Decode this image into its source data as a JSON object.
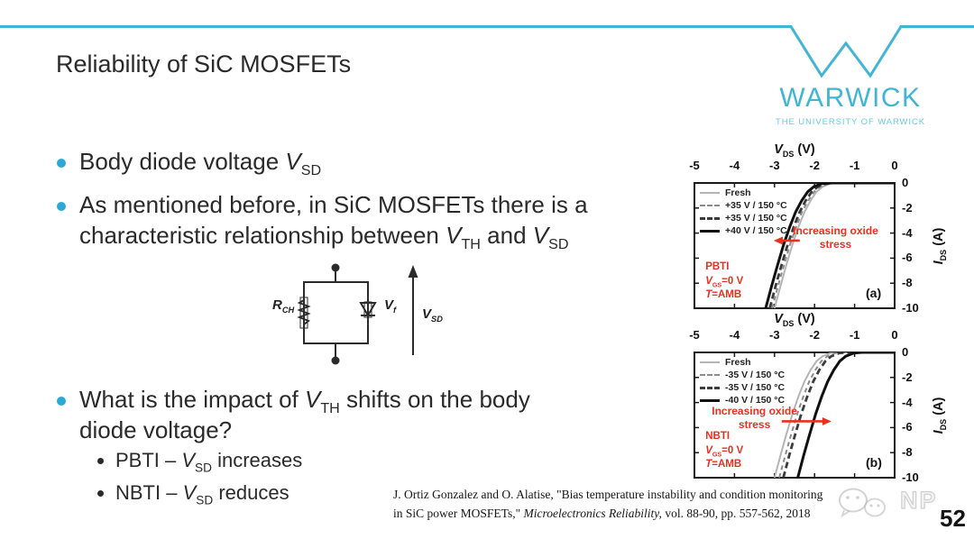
{
  "slide": {
    "title": "Reliability of SiC MOSFETs",
    "page_number": "52",
    "accent_color": "#41b5d3",
    "tagline_color": "#6cc9dd",
    "bullet_color": "#2aa9d6",
    "red_color": "#e9301f"
  },
  "logo": {
    "wordmark": "WARWICK",
    "tagline": "THE UNIVERSITY OF WARWICK"
  },
  "bullets": {
    "b1": [
      {
        "t": "Body diode voltage "
      },
      {
        "v": "V",
        "s": "SD"
      }
    ],
    "b2_l1": [
      {
        "t": "As mentioned before, in SiC MOSFETs there is a"
      }
    ],
    "b2_l2": [
      {
        "t": "characteristic relationship between "
      },
      {
        "v": "V",
        "s": "TH"
      },
      {
        "t": " and "
      },
      {
        "v": "V",
        "s": "SD"
      }
    ],
    "b3_l1": [
      {
        "t": "What is the impact of "
      },
      {
        "v": "V",
        "s": "TH"
      },
      {
        "t": " shifts on the body"
      }
    ],
    "b3_l2": [
      {
        "t": "diode voltage?"
      }
    ],
    "sub1": [
      {
        "t": "PBTI – "
      },
      {
        "v": "V",
        "s": "SD"
      },
      {
        "t": " increases"
      }
    ],
    "sub2": [
      {
        "t": "NBTI – "
      },
      {
        "v": "V",
        "s": "SD"
      },
      {
        "t": " reduces"
      }
    ]
  },
  "circuit": {
    "resistor_label": [
      {
        "v": "R",
        "s": "CH"
      }
    ],
    "diode_label": [
      {
        "v": "V",
        "s": "f"
      }
    ],
    "arrow_label": [
      {
        "v": "V",
        "s": "SD"
      }
    ]
  },
  "citation": {
    "line1": [
      {
        "t": "J. Ortiz Gonzalez and O. Alatise, \"Bias temperature instability and condition monitoring"
      }
    ],
    "line2": [
      {
        "t": "in SiC power MOSFETs,\" "
      },
      {
        "em": "Microelectronics Reliability,"
      },
      {
        "t": " vol. 88-90, pp. 557-562, 2018"
      }
    ]
  },
  "watermark": {
    "icon": "wechat-icon",
    "text": "NP"
  },
  "chart_data": [
    {
      "type": "line",
      "panel": "(a)",
      "xlabel": [
        {
          "v": "V",
          "s": "DS"
        },
        {
          "t": " (V)"
        }
      ],
      "ylabel": [
        {
          "v": "I",
          "s": "DS"
        },
        {
          "t": " (A)"
        }
      ],
      "xlim": [
        -5,
        0
      ],
      "ylim": [
        -10,
        0
      ],
      "xticks": [
        -5,
        -4,
        -3,
        -2,
        -1,
        0
      ],
      "yticks": [
        0,
        -2,
        -4,
        -6,
        -8,
        -10
      ],
      "legend": [
        {
          "label": "Fresh",
          "color": "#b4b4b4",
          "width": 2,
          "dashed": false
        },
        {
          "label": "+35 V / 150 °C",
          "color": "#8a8a8a",
          "width": 2,
          "dashed": true
        },
        {
          "label": "+35 V / 150 °C",
          "color": "#3c3c3c",
          "width": 3,
          "dashed": true
        },
        {
          "label": "+40 V / 150 °C",
          "color": "#101010",
          "width": 3,
          "dashed": false
        }
      ],
      "series": [
        {
          "name": "Fresh",
          "color": "#b4b4b4",
          "width": 2,
          "dash": "",
          "x": [
            -3.0,
            -2.85,
            -2.7,
            -2.55,
            -2.4,
            -2.25,
            -2.1,
            -1.95,
            -1.8,
            -1.6,
            -1.4,
            0
          ],
          "y": [
            -10,
            -8.2,
            -6.5,
            -4.9,
            -3.5,
            -2.3,
            -1.4,
            -0.7,
            -0.3,
            -0.05,
            0,
            0
          ]
        },
        {
          "name": "+35 V / 150 °C",
          "color": "#8a8a8a",
          "width": 2,
          "dash": "5,4",
          "x": [
            -3.06,
            -2.91,
            -2.76,
            -2.61,
            -2.46,
            -2.31,
            -2.16,
            -2.01,
            -1.86,
            -1.66,
            -1.46,
            0
          ],
          "y": [
            -10,
            -8.2,
            -6.5,
            -4.9,
            -3.5,
            -2.3,
            -1.4,
            -0.7,
            -0.3,
            -0.05,
            0,
            0
          ]
        },
        {
          "name": "+35 V / 150 °C",
          "color": "#3c3c3c",
          "width": 2.8,
          "dash": "7,4",
          "x": [
            -3.12,
            -2.97,
            -2.82,
            -2.67,
            -2.52,
            -2.37,
            -2.22,
            -2.07,
            -1.92,
            -1.72,
            -1.52,
            0
          ],
          "y": [
            -10,
            -8.2,
            -6.5,
            -4.9,
            -3.5,
            -2.3,
            -1.4,
            -0.7,
            -0.3,
            -0.05,
            0,
            0
          ]
        },
        {
          "name": "+40 V / 150 °C",
          "color": "#101010",
          "width": 3,
          "dash": "",
          "x": [
            -3.22,
            -3.07,
            -2.92,
            -2.77,
            -2.62,
            -2.47,
            -2.32,
            -2.17,
            -2.02,
            -1.82,
            -1.62,
            0
          ],
          "y": [
            -10,
            -8.2,
            -6.5,
            -4.9,
            -3.5,
            -2.3,
            -1.4,
            -0.7,
            -0.3,
            -0.05,
            0,
            0
          ]
        }
      ],
      "annotation": {
        "lines": [
          "Increasing oxide",
          "stress"
        ],
        "tx": 0.705,
        "ty": 0.33,
        "arrow": {
          "x1": -2.37,
          "x2": -3.02,
          "y": -4.6
        }
      },
      "condition": [
        [
          {
            "t": "PBTI"
          }
        ],
        [
          {
            "v": "V",
            "s": "GS"
          },
          {
            "t": "=0 V"
          }
        ],
        [
          {
            "v": "T"
          },
          {
            "t": "=AMB"
          }
        ]
      ]
    },
    {
      "type": "line",
      "panel": "(b)",
      "xlabel": [
        {
          "v": "V",
          "s": "DS"
        },
        {
          "t": " (V)"
        }
      ],
      "ylabel": [
        {
          "v": "I",
          "s": "DS"
        },
        {
          "t": " (A)"
        }
      ],
      "xlim": [
        -5,
        0
      ],
      "ylim": [
        -10,
        0
      ],
      "xticks": [
        -5,
        -4,
        -3,
        -2,
        -1,
        0
      ],
      "yticks": [
        0,
        -2,
        -4,
        -6,
        -8,
        -10
      ],
      "legend": [
        {
          "label": "Fresh",
          "color": "#b4b4b4",
          "width": 2,
          "dashed": false
        },
        {
          "label": "-35 V / 150 °C",
          "color": "#8a8a8a",
          "width": 2,
          "dashed": true
        },
        {
          "label": "-35 V / 150 °C",
          "color": "#3c3c3c",
          "width": 3,
          "dashed": true
        },
        {
          "label": "-40 V / 150 °C",
          "color": "#101010",
          "width": 3,
          "dashed": false
        }
      ],
      "series": [
        {
          "name": "Fresh",
          "color": "#b4b4b4",
          "width": 2,
          "dash": "",
          "x": [
            -3.0,
            -2.85,
            -2.7,
            -2.55,
            -2.4,
            -2.25,
            -2.1,
            -1.95,
            -1.8,
            -1.6,
            -1.4,
            0
          ],
          "y": [
            -10,
            -8.2,
            -6.5,
            -4.9,
            -3.5,
            -2.3,
            -1.4,
            -0.7,
            -0.3,
            -0.05,
            0,
            0
          ]
        },
        {
          "name": "-35 V / 150 °C",
          "color": "#8a8a8a",
          "width": 2,
          "dash": "5,4",
          "x": [
            -2.88,
            -2.73,
            -2.58,
            -2.43,
            -2.28,
            -2.13,
            -1.98,
            -1.83,
            -1.68,
            -1.48,
            -1.28,
            0
          ],
          "y": [
            -10,
            -8.2,
            -6.5,
            -4.9,
            -3.5,
            -2.3,
            -1.4,
            -0.7,
            -0.3,
            -0.05,
            0,
            0
          ]
        },
        {
          "name": "-35 V / 150 °C",
          "color": "#3c3c3c",
          "width": 2.8,
          "dash": "7,4",
          "x": [
            -2.78,
            -2.63,
            -2.48,
            -2.33,
            -2.18,
            -2.03,
            -1.88,
            -1.73,
            -1.58,
            -1.38,
            -1.18,
            0
          ],
          "y": [
            -10,
            -8.2,
            -6.5,
            -4.9,
            -3.5,
            -2.3,
            -1.4,
            -0.7,
            -0.3,
            -0.05,
            0,
            0
          ]
        },
        {
          "name": "-40 V / 150 °C",
          "color": "#101010",
          "width": 3,
          "dash": "",
          "x": [
            -2.42,
            -2.27,
            -2.12,
            -1.97,
            -1.82,
            -1.67,
            -1.52,
            -1.37,
            -1.22,
            -1.02,
            -0.82,
            0
          ],
          "y": [
            -10,
            -8.2,
            -6.5,
            -4.9,
            -3.5,
            -2.3,
            -1.4,
            -0.7,
            -0.3,
            -0.05,
            0,
            0
          ]
        }
      ],
      "annotation": {
        "lines": [
          "Increasing oxide",
          "stress"
        ],
        "tx": 0.3,
        "ty": 0.42,
        "arrow": {
          "x1": -2.82,
          "x2": -1.58,
          "y": -5.5
        }
      },
      "condition": [
        [
          {
            "t": "NBTI"
          }
        ],
        [
          {
            "v": "V",
            "s": "GS"
          },
          {
            "t": "=0 V"
          }
        ],
        [
          {
            "v": "T"
          },
          {
            "t": "=AMB"
          }
        ]
      ]
    }
  ]
}
